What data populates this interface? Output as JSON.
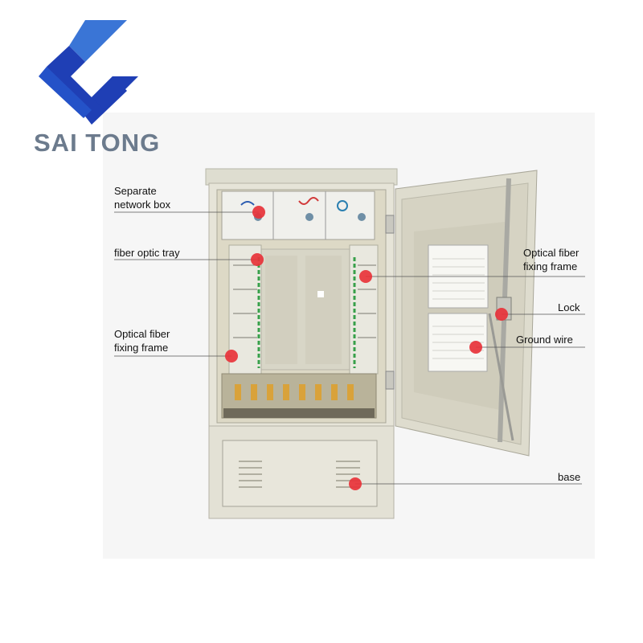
{
  "brand": {
    "name": "SAI TONG",
    "logo_colors": {
      "primary": "#1f3fb5",
      "secondary": "#3a75d6"
    }
  },
  "callouts": [
    {
      "id": "separate-network-box",
      "label": "Separate\nnetwork box"
    },
    {
      "id": "fiber-optic-tray",
      "label": "fiber optic tray"
    },
    {
      "id": "optical-fiber-fixing-frame-left",
      "label": "Optical fiber\nfixing frame"
    },
    {
      "id": "optical-fiber-fixing-frame-right",
      "label": "Optical fiber\nfixing frame"
    },
    {
      "id": "lock",
      "label": "Lock"
    },
    {
      "id": "ground-wire",
      "label": "Ground wire"
    },
    {
      "id": "base",
      "label": "base"
    }
  ],
  "colors": {
    "cabinet": "#e4e2d6",
    "marker": "#e8333a",
    "fiber_green": "#37a04a"
  }
}
